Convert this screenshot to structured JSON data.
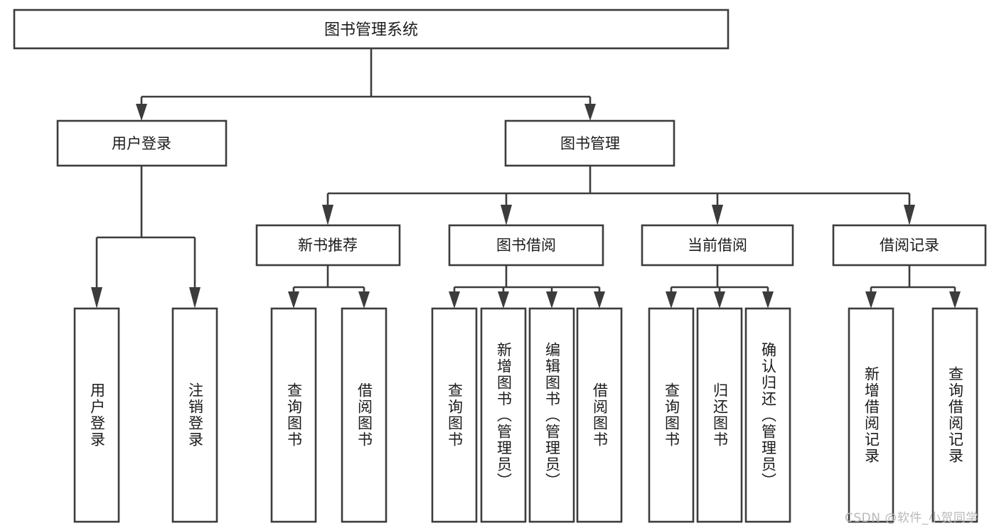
{
  "diagram": {
    "title": "图书管理系统",
    "type": "tree",
    "root": {
      "id": "root",
      "label": "图书管理系统",
      "orientation": "horizontal"
    },
    "level2": [
      {
        "id": "user-login",
        "label": "用户登录",
        "orientation": "horizontal"
      },
      {
        "id": "book-manage",
        "label": "图书管理",
        "orientation": "horizontal"
      }
    ],
    "level3": [
      {
        "id": "new-book-rec",
        "label": "新书推荐",
        "orientation": "horizontal"
      },
      {
        "id": "book-borrow",
        "label": "图书借阅",
        "orientation": "horizontal"
      },
      {
        "id": "current-borrow",
        "label": "当前借阅",
        "orientation": "horizontal"
      },
      {
        "id": "borrow-record",
        "label": "借阅记录",
        "orientation": "horizontal"
      }
    ],
    "leaves": [
      {
        "id": "leaf-user-login",
        "label": "用户登录",
        "parent": "user-login",
        "orientation": "vertical"
      },
      {
        "id": "leaf-user-logout",
        "label": "注销登录",
        "parent": "user-login",
        "orientation": "vertical"
      },
      {
        "id": "leaf-query-book-1",
        "label": "查询图书",
        "parent": "new-book-rec",
        "orientation": "vertical"
      },
      {
        "id": "leaf-borrow-book-1",
        "label": "借阅图书",
        "parent": "new-book-rec",
        "orientation": "vertical"
      },
      {
        "id": "leaf-query-book-2",
        "label": "查询图书",
        "parent": "book-borrow",
        "orientation": "vertical"
      },
      {
        "id": "leaf-add-book",
        "label": "新增图书（管理员）",
        "parent": "book-borrow",
        "orientation": "vertical"
      },
      {
        "id": "leaf-edit-book",
        "label": "编辑图书（管理员）",
        "parent": "book-borrow",
        "orientation": "vertical"
      },
      {
        "id": "leaf-borrow-book-2",
        "label": "借阅图书",
        "parent": "book-borrow",
        "orientation": "vertical"
      },
      {
        "id": "leaf-query-book-3",
        "label": "查询图书",
        "parent": "current-borrow",
        "orientation": "vertical"
      },
      {
        "id": "leaf-return-book",
        "label": "归还图书",
        "parent": "current-borrow",
        "orientation": "vertical"
      },
      {
        "id": "leaf-confirm-return",
        "label": "确认归还（管理员）",
        "parent": "current-borrow",
        "orientation": "vertical"
      },
      {
        "id": "leaf-add-record",
        "label": "新增借阅记录",
        "parent": "borrow-record",
        "orientation": "vertical"
      },
      {
        "id": "leaf-query-record",
        "label": "查询借阅记录",
        "parent": "borrow-record",
        "orientation": "vertical"
      }
    ]
  },
  "watermark": {
    "text": "CSDN @软件_小贺同学"
  },
  "colors": {
    "stroke": "#3c3c3c",
    "box_fill": "#ffffff",
    "text": "#1b1b1b",
    "watermark": "#b9b9b9",
    "background": "#ffffff"
  }
}
